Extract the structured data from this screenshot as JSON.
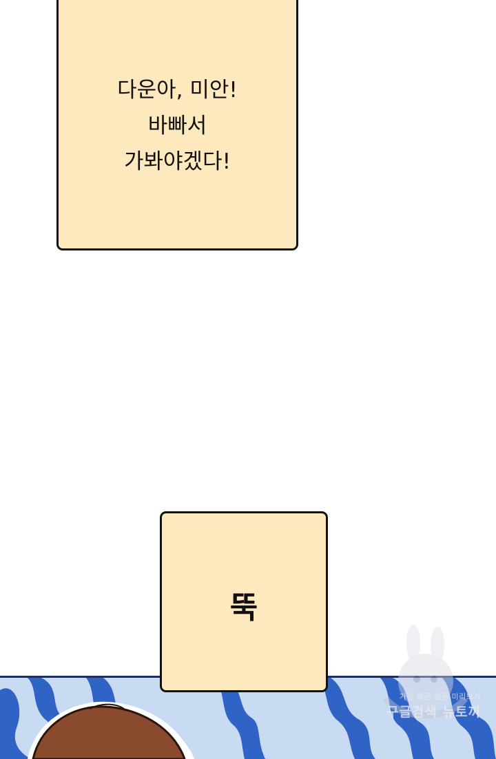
{
  "caption_top": {
    "lines": [
      "다운아, 미안!",
      "바빠서",
      "가봐야겠다!"
    ]
  },
  "caption_sfx": {
    "text": "뚝"
  },
  "watermark": {
    "small_text": "가장 빠른 웹툰 미리보기",
    "big_text": "구글검색 뉴토끼"
  },
  "colors": {
    "caption_fill": "#fde9bd",
    "panel_blue": "#2f63c6",
    "panel_light": "#c9daf3",
    "hair": "#8a4a2e"
  }
}
